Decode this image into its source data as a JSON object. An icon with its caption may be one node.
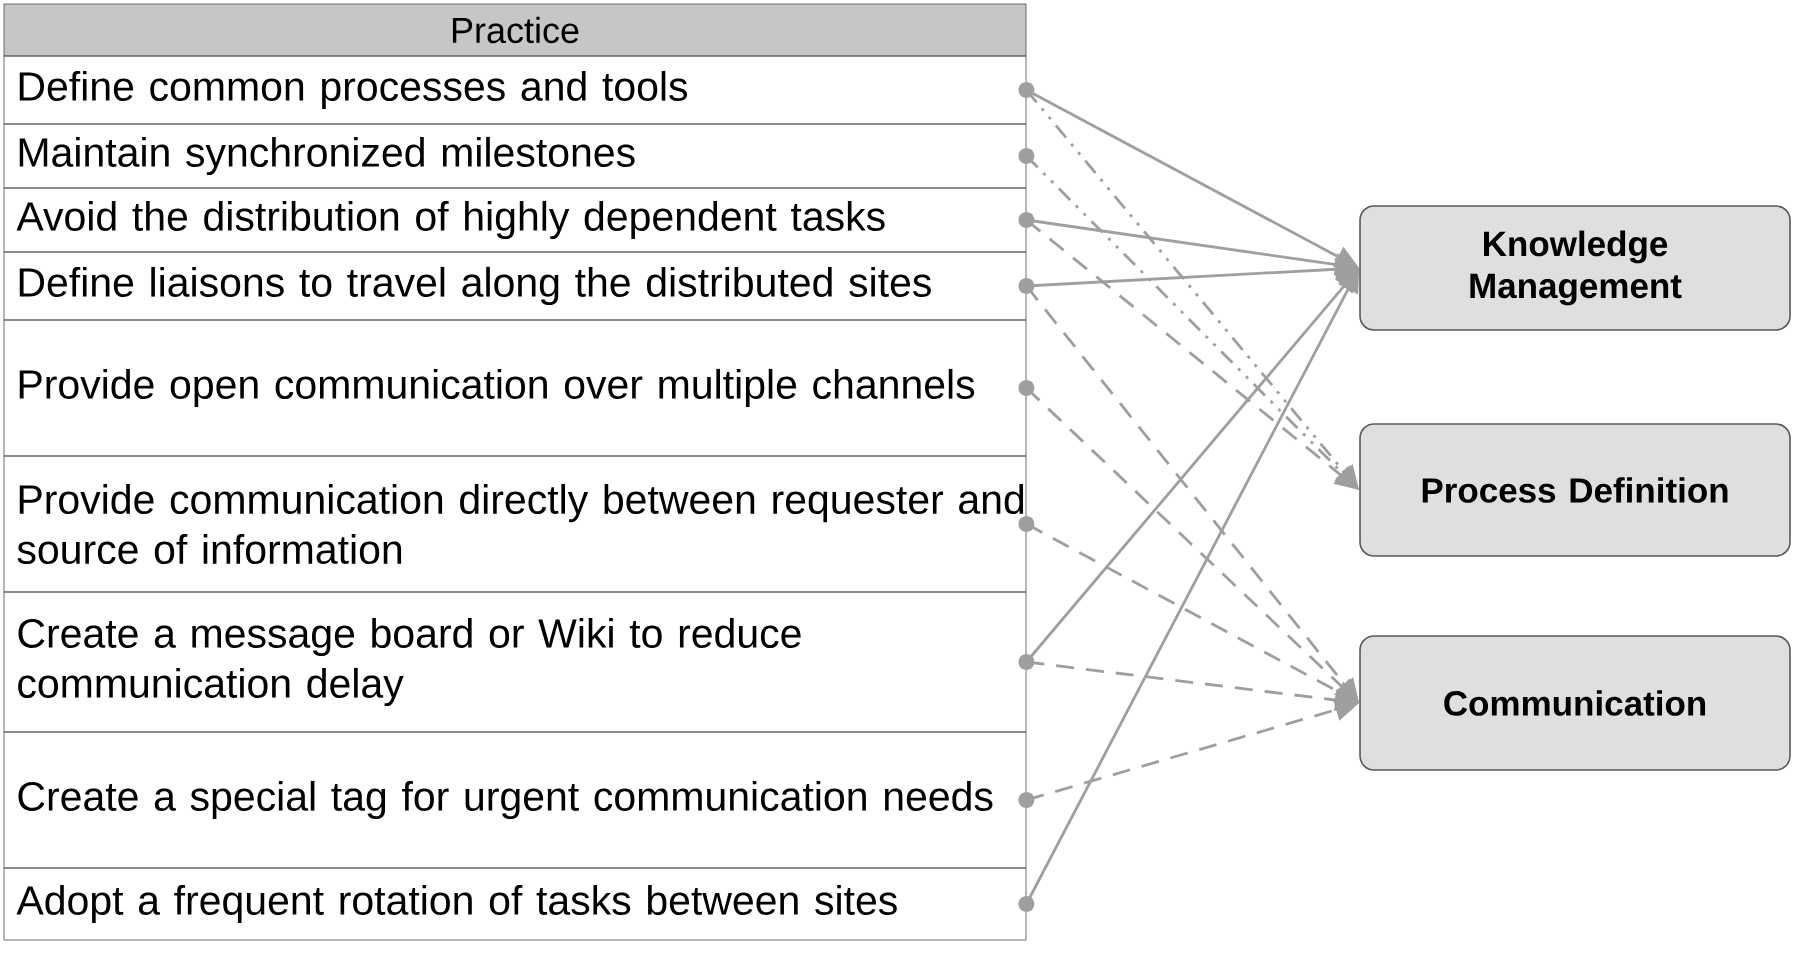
{
  "diagram": {
    "nodes": [
      {
        "text": [
          "Practice"
        ]
      },
      {
        "text": [
          "Define common processes and tools"
        ]
      },
      {
        "text": [
          "Maintain synchronized milestones"
        ]
      },
      {
        "text": [
          "Avoid the distribution of highly dependent tasks"
        ]
      },
      {
        "text": [
          "Define liaisons to travel along the distributed sites"
        ]
      },
      {
        "text": [
          "Provide open communication over multiple channels"
        ]
      },
      {
        "text": [
          "Provide communication directly between requester and source of information"
        ]
      },
      {
        "text": [
          "Create a message board or Wiki to reduce communication delay"
        ]
      },
      {
        "text": [
          "Create a special tag for urgent communication needs"
        ]
      },
      {
        "text": [
          "Adopt a frequent rotation of tasks between sites"
        ]
      },
      {
        "text": [
          "Knowledge Management"
        ]
      },
      {
        "text": [
          "Process Definition"
        ]
      },
      {
        "text": [
          "Communication"
        ]
      }
    ],
    "edges": [
      {
        "from": 1,
        "to": 10,
        "arrow": "to"
      },
      {
        "from": 1,
        "to": 11,
        "arrow": "to",
        "style": "dashed"
      },
      {
        "from": 2,
        "to": 11,
        "arrow": "to",
        "style": "dashed"
      },
      {
        "from": 3,
        "to": 10,
        "arrow": "to"
      },
      {
        "from": 3,
        "to": 11,
        "arrow": "to",
        "style": "dashed"
      },
      {
        "from": 4,
        "to": 10,
        "arrow": "to"
      },
      {
        "from": 4,
        "to": 12,
        "arrow": "to",
        "style": "dashed"
      },
      {
        "from": 5,
        "to": 12,
        "arrow": "to",
        "style": "dashed"
      },
      {
        "from": 6,
        "to": 12,
        "arrow": "to",
        "style": "dashed"
      },
      {
        "from": 7,
        "to": 10,
        "arrow": "to"
      },
      {
        "from": 7,
        "to": 12,
        "arrow": "to",
        "style": "dashed"
      },
      {
        "from": 8,
        "to": 12,
        "arrow": "to",
        "style": "dashed"
      },
      {
        "from": 9,
        "to": 10,
        "arrow": "to"
      }
    ]
  }
}
